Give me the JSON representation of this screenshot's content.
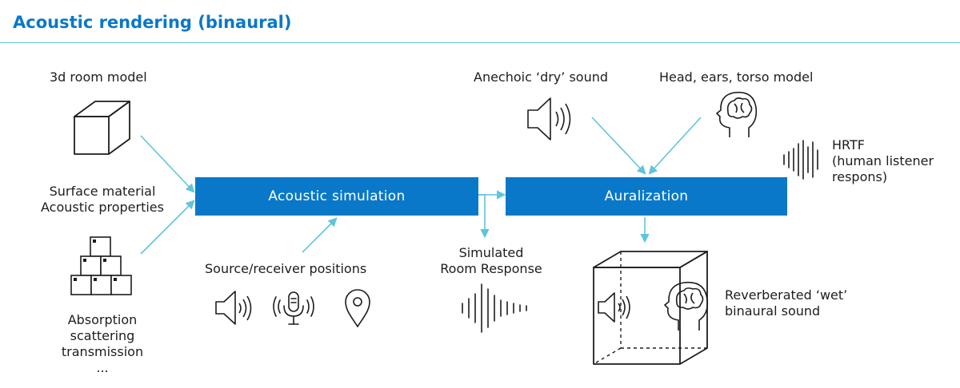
{
  "title": "Acoustic rendering (binaural)",
  "labels": {
    "room_model": "3d room model",
    "surface_1": "Surface material",
    "surface_2": "Acoustic properties",
    "absorption_1": "Absorption",
    "absorption_2": "scattering",
    "absorption_3": "transmission",
    "absorption_4": "...",
    "source_receiver": "Source/receiver positions",
    "simulated_1": "Simulated",
    "simulated_2": "Room Response",
    "anechoic": "Anechoic ‘dry’ sound",
    "head_model": "Head, ears, torso model",
    "hrtf_1": "HRTF",
    "hrtf_2": "(human listener",
    "hrtf_3": "respons)",
    "reverb_1": "Reverberated ‘wet’",
    "reverb_2": "binaural sound"
  },
  "boxes": {
    "acoustic_simulation": "Acoustic simulation",
    "auralization": "Auralization"
  },
  "colors": {
    "accent": "#0a78c8",
    "arrow": "#5fc4dc",
    "ink": "#1d1d1b"
  },
  "icons": [
    "cube-icon",
    "blocks-icon",
    "speaker-icon",
    "microphone-icon",
    "location-pin-icon",
    "waveform-icon",
    "head-brain-icon",
    "room-cube-icon"
  ]
}
